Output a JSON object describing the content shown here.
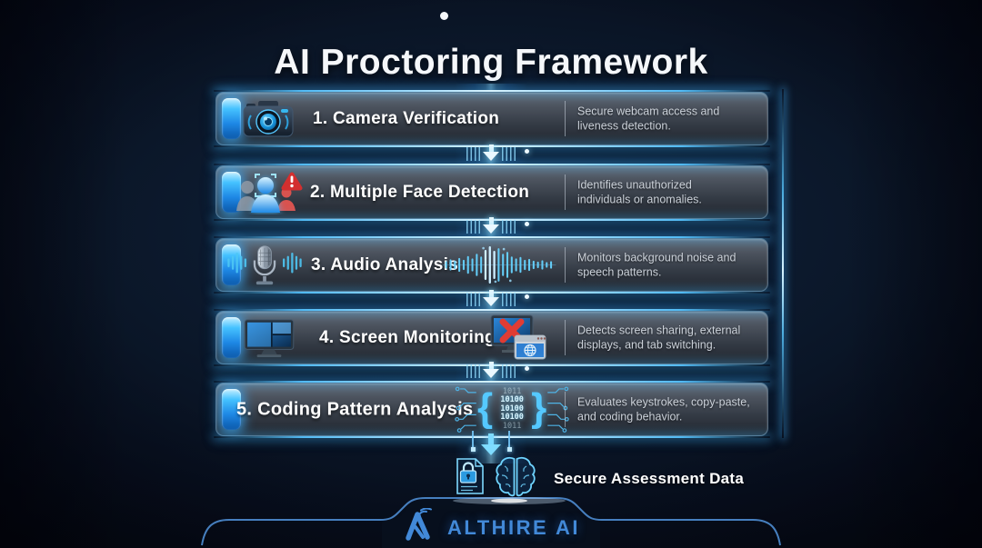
{
  "header": {
    "title": "AI Proctoring Framework"
  },
  "steps": [
    {
      "icon": "camera-icon",
      "title": "1. Camera Verification",
      "desc_lines": [
        "Secure webcam access and",
        "liveness detection."
      ]
    },
    {
      "icon": "multiple-faces-alert-icon",
      "title": "2. Multiple Face Detection",
      "desc_lines": [
        "Identifies unauthorized",
        "individuals or anomalies."
      ]
    },
    {
      "icon": "microphone-waveform-icon",
      "title": "3. Audio Analysis",
      "desc_lines": [
        "Monitors background noise and",
        "speech patterns."
      ]
    },
    {
      "icon": "monitor-icon",
      "secondary_icon": "blocked-screen-browser-icon",
      "title": "4. Screen Monitoring",
      "desc_lines": [
        "Detects screen sharing, external",
        "displays, and tab switching."
      ]
    },
    {
      "icon": "binary-code-braces-icon",
      "title": "5. Coding Pattern Analysis",
      "desc_lines": [
        "Evaluates keystrokes, copy-paste,",
        "and coding behavior."
      ]
    }
  ],
  "code_icon": {
    "open_brace": "{",
    "close_brace": "}",
    "lines": [
      "1011",
      "10100",
      "10100",
      "10100",
      "1011"
    ]
  },
  "secure": {
    "label": "Secure Assessment Data",
    "icons": [
      "document-lock-icon",
      "brain-icon"
    ]
  },
  "footer": {
    "brand": "ALTHIRE AI"
  },
  "colors": {
    "accent_cyan": "#3fc4ff",
    "accent_blue": "#1e88e5",
    "alert_red": "#d32f2f",
    "brand_blue": "#4289d8",
    "panel_dark": "#22262e"
  }
}
